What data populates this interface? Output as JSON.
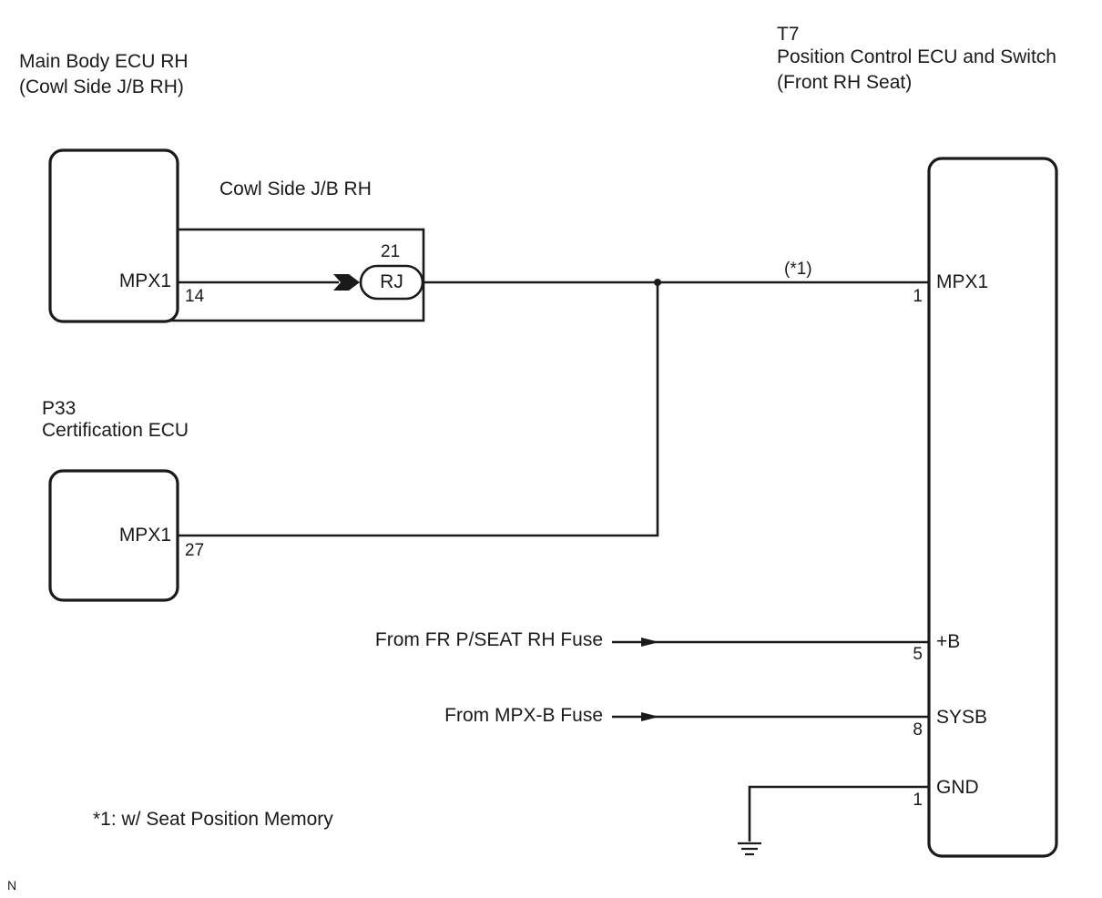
{
  "components": {
    "main_body_ecu": {
      "title": "Main Body ECU RH",
      "subtitle": "(Cowl Side J/B RH)",
      "terminal": "MPX1",
      "pin": "14"
    },
    "cowl_side_jb": {
      "title": "Cowl Side J/B RH",
      "pin": "21",
      "connector": "RJ"
    },
    "certification_ecu": {
      "code": "P33",
      "title": "Certification ECU",
      "terminal": "MPX1",
      "pin": "27"
    },
    "position_control_ecu": {
      "code": "T7",
      "title": "Position Control ECU and Switch",
      "subtitle": "(Front RH Seat)",
      "terminals": [
        {
          "name": "MPX1",
          "pin": "1"
        },
        {
          "name": "+B",
          "pin": "5"
        },
        {
          "name": "SYSB",
          "pin": "8"
        },
        {
          "name": "GND",
          "pin": "1"
        }
      ]
    }
  },
  "wires": {
    "mpx_note_marker": "(*1)",
    "fuse_inputs": [
      {
        "label": "From FR P/SEAT RH Fuse"
      },
      {
        "label": "From MPX-B Fuse"
      }
    ]
  },
  "notes": {
    "footnote": "*1: w/ Seat Position Memory",
    "corner_mark": "N"
  }
}
